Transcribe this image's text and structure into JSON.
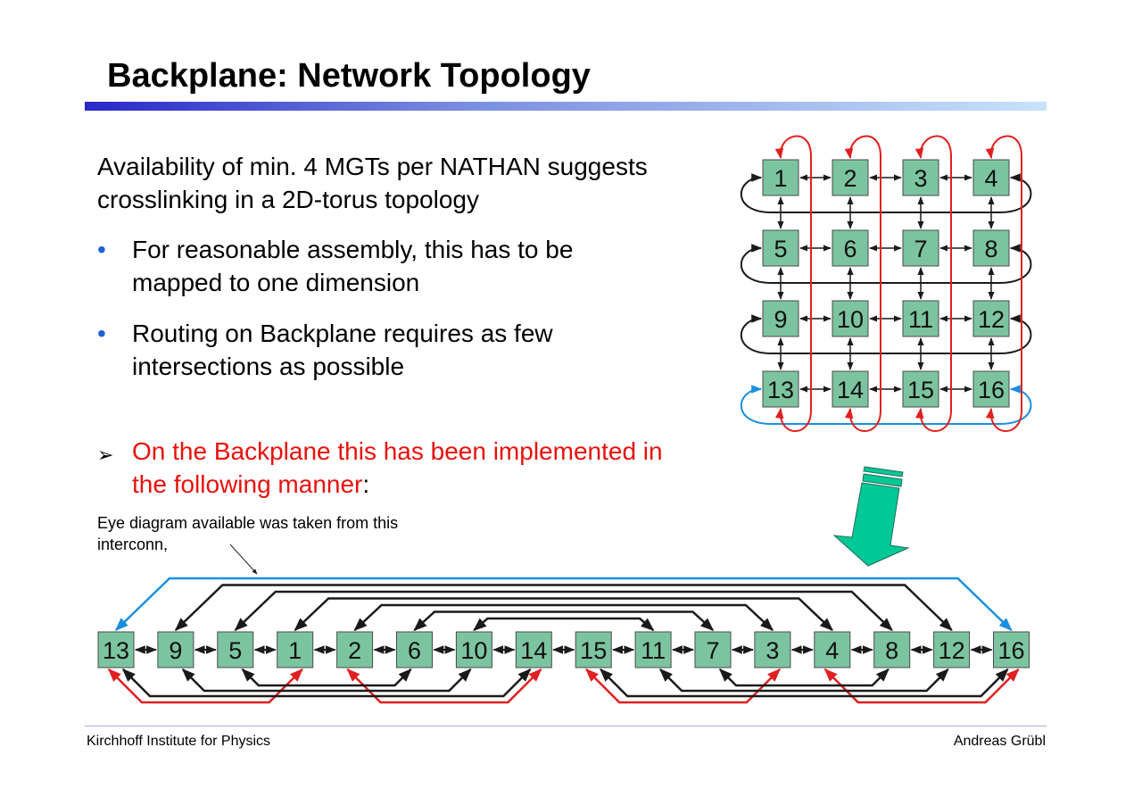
{
  "title": "Backplane: Network Topology",
  "intro": "Availability of min. 4 MGTs per NATHAN suggests crosslinking in a 2D-torus topology",
  "bullets": [
    "For reasonable assembly, this has to be mapped to one dimension",
    "Routing on Backplane requires as few intersections as possible"
  ],
  "bullet_symbol": "•",
  "conclusion": {
    "symbol": "➢",
    "text": "On the Backplane this has been implemented in the following manner",
    "suffix": ":"
  },
  "note": "Eye diagram available was taken from this interconn,",
  "footer": {
    "left": "Kirchhoff Institute for Physics",
    "right": "Andreas Grübl"
  },
  "colors": {
    "node": "#7cc4a0",
    "red": "#e02020",
    "blue": "#1a8fe0",
    "black": "#1a1a1a",
    "arrow": "#00c896",
    "accent": "#2828c8"
  },
  "torus": {
    "grid": [
      [
        "1",
        "2",
        "3",
        "4"
      ],
      [
        "5",
        "6",
        "7",
        "8"
      ],
      [
        "9",
        "10",
        "11",
        "12"
      ],
      [
        "13",
        "14",
        "15",
        "16"
      ]
    ]
  },
  "linear": {
    "order": [
      "13",
      "9",
      "5",
      "1",
      "2",
      "6",
      "10",
      "14",
      "15",
      "11",
      "7",
      "3",
      "4",
      "8",
      "12",
      "16"
    ],
    "top_links": [
      [
        "13",
        "16",
        "blue"
      ],
      [
        "9",
        "12",
        "black"
      ],
      [
        "5",
        "8",
        "black"
      ],
      [
        "1",
        "4",
        "black"
      ],
      [
        "2",
        "3",
        "black"
      ],
      [
        "6",
        "7",
        "black"
      ],
      [
        "10",
        "11",
        "black"
      ]
    ],
    "bottom_links": [
      [
        "13",
        "1",
        "red"
      ],
      [
        "2",
        "14",
        "red"
      ],
      [
        "15",
        "3",
        "red"
      ],
      [
        "4",
        "16",
        "red"
      ],
      [
        "13",
        "14",
        "black"
      ],
      [
        "15",
        "16",
        "black"
      ],
      [
        "9",
        "10",
        "black"
      ],
      [
        "11",
        "12",
        "black"
      ],
      [
        "5",
        "6",
        "black"
      ],
      [
        "7",
        "8",
        "black"
      ]
    ]
  }
}
